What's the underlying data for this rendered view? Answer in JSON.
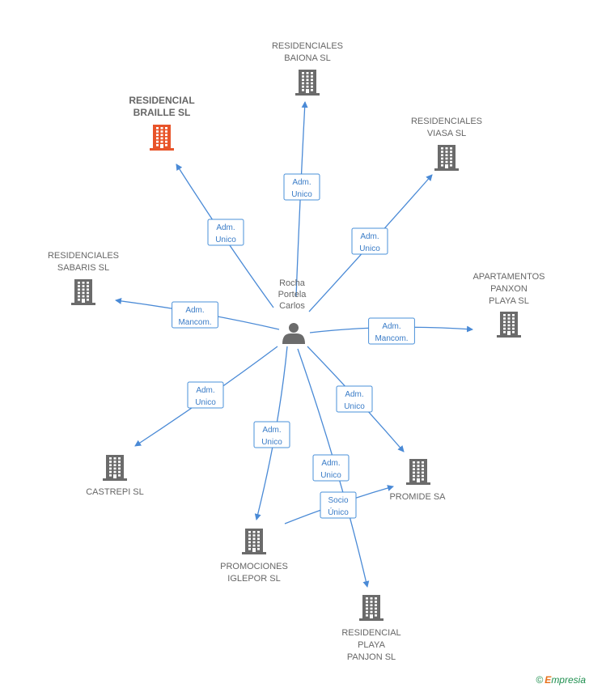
{
  "center_person": {
    "label_lines": [
      "Rocha",
      "Portela",
      "Carlos"
    ],
    "icon": "person-icon"
  },
  "companies": [
    {
      "id": "baiona",
      "lines": [
        "RESIDENCIALES",
        "BAIONA SL"
      ],
      "highlight": false,
      "icon": "building-icon"
    },
    {
      "id": "braille",
      "lines": [
        "RESIDENCIAL",
        "BRAILLE SL"
      ],
      "highlight": true,
      "icon": "building-icon"
    },
    {
      "id": "viasa",
      "lines": [
        "RESIDENCIALES",
        "VIASA SL"
      ],
      "highlight": false,
      "icon": "building-icon"
    },
    {
      "id": "sabaris",
      "lines": [
        "RESIDENCIALES",
        "SABARIS  SL"
      ],
      "highlight": false,
      "icon": "building-icon"
    },
    {
      "id": "panxon",
      "lines": [
        "APARTAMENTOS",
        "PANXON",
        "PLAYA SL"
      ],
      "highlight": false,
      "icon": "building-icon"
    },
    {
      "id": "castrepi",
      "lines": [
        "CASTREPI SL"
      ],
      "highlight": false,
      "icon": "building-icon"
    },
    {
      "id": "promide",
      "lines": [
        "PROMIDE SA"
      ],
      "highlight": false,
      "icon": "building-icon"
    },
    {
      "id": "iglepor",
      "lines": [
        "PROMOCIONES",
        "IGLEPOR SL"
      ],
      "highlight": false,
      "icon": "building-icon"
    },
    {
      "id": "panjon",
      "lines": [
        "RESIDENCIAL",
        "PLAYA",
        "PANJON SL"
      ],
      "highlight": false,
      "icon": "building-icon"
    }
  ],
  "relations": [
    {
      "from": "person",
      "to": "baiona",
      "lines": [
        "Adm.",
        "Unico"
      ]
    },
    {
      "from": "person",
      "to": "braille",
      "lines": [
        "Adm.",
        "Unico"
      ]
    },
    {
      "from": "person",
      "to": "viasa",
      "lines": [
        "Adm.",
        "Unico"
      ]
    },
    {
      "from": "person",
      "to": "sabaris",
      "lines": [
        "Adm.",
        "Mancom."
      ]
    },
    {
      "from": "person",
      "to": "panxon",
      "lines": [
        "Adm.",
        "Mancom."
      ]
    },
    {
      "from": "person",
      "to": "castrepi",
      "lines": [
        "Adm.",
        "Unico"
      ]
    },
    {
      "from": "person",
      "to": "promide",
      "lines": [
        "Adm.",
        "Unico"
      ]
    },
    {
      "from": "person",
      "to": "iglepor",
      "lines": [
        "Adm.",
        "Unico"
      ]
    },
    {
      "from": "person",
      "to": "panjon",
      "lines": [
        "Adm.",
        "Unico"
      ]
    },
    {
      "from": "iglepor",
      "to": "promide",
      "lines": [
        "Socio",
        "Único"
      ]
    }
  ],
  "colors": {
    "edge": "#4a8ad6",
    "building": "#6b6b6b",
    "highlight": "#e8542a",
    "person": "#6b6b6b"
  },
  "copyright": {
    "symbol": "©",
    "brand_first": "E",
    "brand_rest": "mpresia"
  }
}
